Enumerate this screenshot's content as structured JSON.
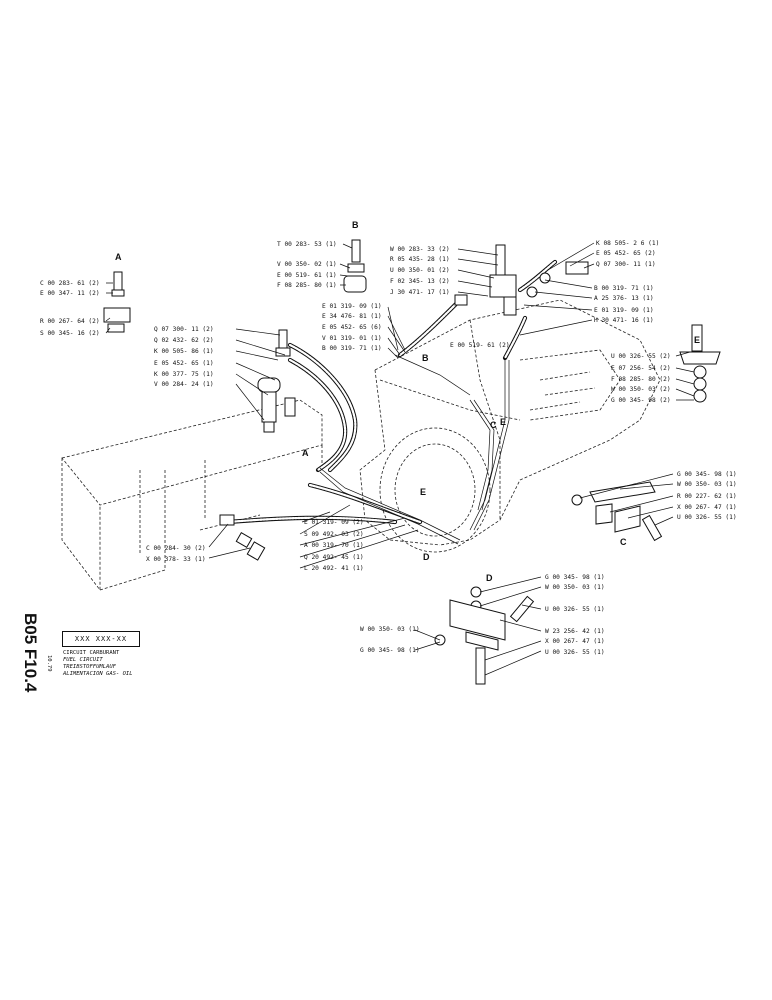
{
  "page_ref": "B05 F10.4",
  "date": "10.79",
  "part_number_box": "XXX XXX-XX",
  "titles": [
    "CIRCUIT CARBURANT",
    "FUEL CIRCUIT",
    "TREIBSTOFFUMLAUF",
    "ALIMENTACION GAS- OIL"
  ],
  "detail_letters": {
    "A": "A",
    "B": "B",
    "C": "C",
    "D": "D",
    "E": "E"
  },
  "labels": {
    "a1": "C 00 283- 61 (2)",
    "a2": "E 00 347- 11 (2)",
    "a3": "R 00 267- 64 (2)",
    "a4": "S 00 345- 16 (2)",
    "b1": "T 00 283- 53 (1)",
    "b2": "V 00 350- 02 (1)",
    "b3": "E 00 519- 61 (1)",
    "b4": "F 08 285- 80 (1)",
    "t1": "W 00 283- 33 (2)",
    "t2": "R 05 435- 28 (1)",
    "t3": "U 00 350- 01 (2)",
    "t4": "F 02 345- 13 (2)",
    "t5": "J 30 471- 17 (1)",
    "r1": "K 08 505- 2 6 (1)",
    "r2": "E 05 452- 65 (2)",
    "r3": "Q 07 300- 11 (1)",
    "r4": "B 00 319- 71 (1)",
    "r5": "A 25 376- 13 (1)",
    "r6": "E 01 319- 09 (1)",
    "r7": "H 30 471- 16 (1)",
    "m1": "E 01 319- 09 (1)",
    "m2": "E 34 476- 81 (1)",
    "m3": "E 05 452- 65 (6)",
    "m4": "V 01 319- 01 (1)",
    "m5": "B 00 319- 71 (1)",
    "m6": "E 00 519- 61 (2)",
    "f1": "Q 07 300- 11 (2)",
    "f2": "Q 02 432- 62 (2)",
    "f3": "K 00 505- 86 (1)",
    "f4": "E 05 452- 65 (1)",
    "f5": "K 00 377- 75 (1)",
    "f6": "V 00 284- 24 (1)",
    "e1": "U 00 326- 55 (2)",
    "e2": "E 07 256- 54 (2)",
    "e3": "F 08 285- 80 (2)",
    "e4": "W 00 350- 03 (2)",
    "e5": "G 00 345- 98 (2)",
    "c1": "G 00 345- 98 (1)",
    "c2": "W 00 350- 03 (1)",
    "c3": "R 00 227- 62 (1)",
    "c4": "X 00 267- 47 (1)",
    "c5": "U 00 326- 55 (1)",
    "l1": "C 00 284- 30 (2)",
    "l2": "X 00 378- 33 (1)",
    "b_1": "E 01 319- 09 (2)",
    "b_2": "S 09 492- 03 (2)",
    "b_3": "A 00 319- 70 (1)",
    "b_4": "Q 20 492- 45 (1)",
    "b_5": "L 20 492- 41 (1)",
    "d1": "G 00 345- 98 (1)",
    "d2": "W 00 350- 03 (1)",
    "d3": "U 00 326- 55 (1)",
    "d4": "W 00 350- 03 (1)",
    "d5": "W 23 256- 42 (1)",
    "d6": "X 00 267- 47 (1)",
    "d7": "G 00 345- 98 (1)",
    "d8": "U 00 326- 55 (1)"
  }
}
